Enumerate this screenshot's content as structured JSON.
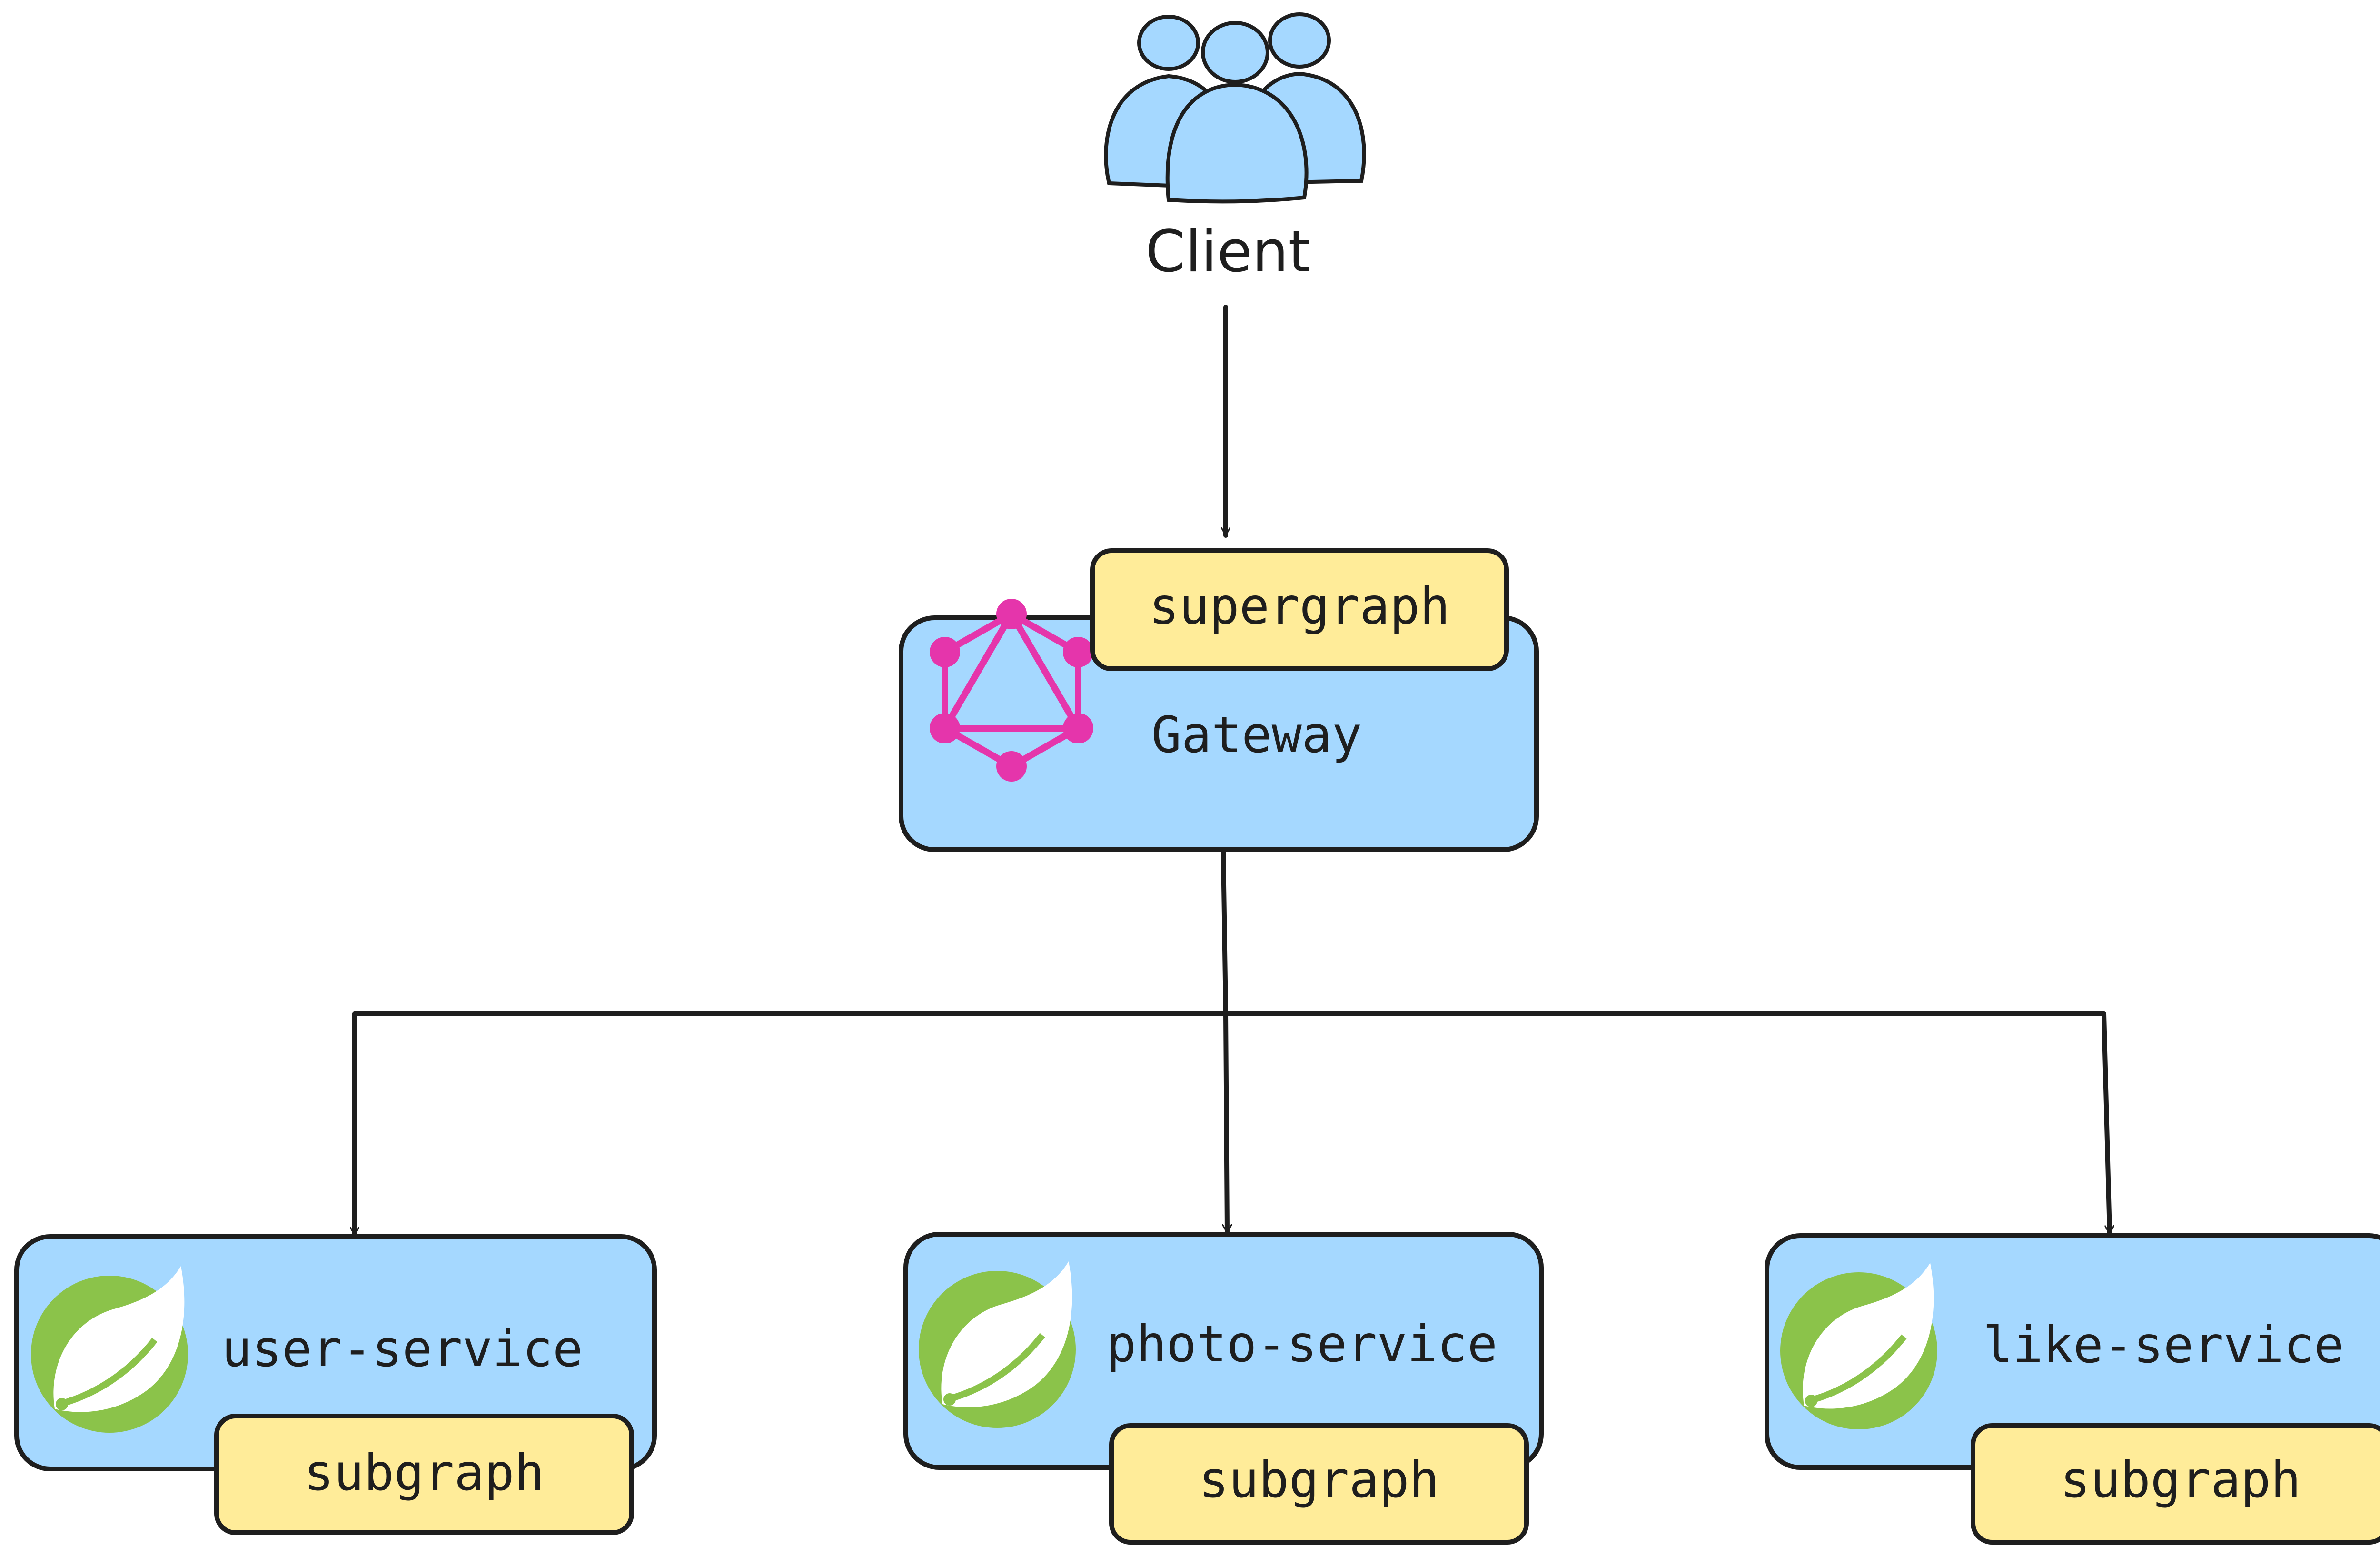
{
  "client": {
    "label": "Client",
    "icon": "users-icon"
  },
  "gateway": {
    "label": "Gateway",
    "badge": "supergraph",
    "icon": "graphql-icon"
  },
  "services": [
    {
      "label": "user-service",
      "badge": "subgraph",
      "icon": "spring-leaf-icon"
    },
    {
      "label": "photo-service",
      "badge": "subgraph",
      "icon": "spring-leaf-icon"
    },
    {
      "label": "like-service",
      "badge": "subgraph",
      "icon": "spring-leaf-icon"
    }
  ],
  "colors": {
    "box_fill": "#a5d8ff",
    "badge_fill": "#ffec99",
    "stroke": "#1e1e1e",
    "graphql": "#e535ab",
    "spring": "#8bc34a"
  }
}
